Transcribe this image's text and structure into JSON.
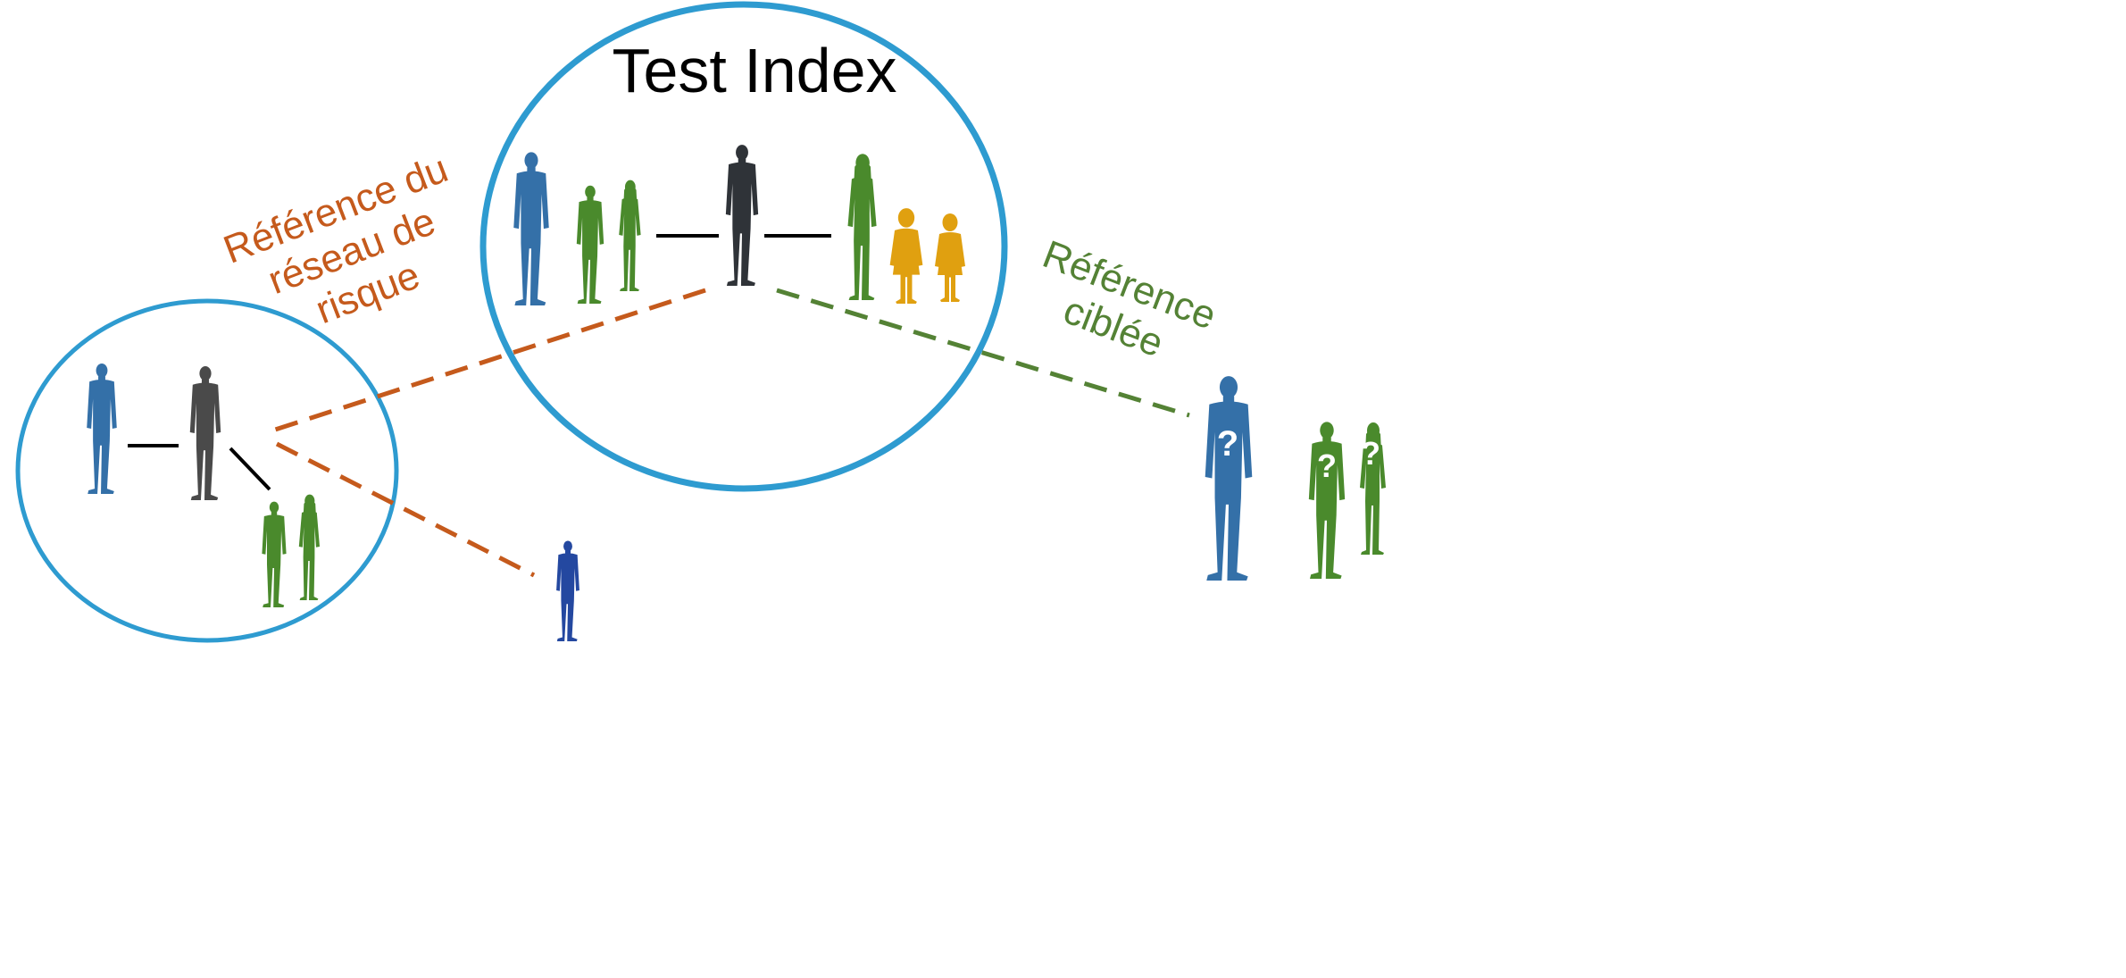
{
  "title": "Test Index",
  "labels": {
    "risk_network": [
      "Référence du",
      "réseau de",
      "risque"
    ],
    "targeted": [
      "Référence",
      "ciblée"
    ]
  },
  "unknown_marker": "?",
  "colors": {
    "circle": "#2E9BD0",
    "risk_dash": "#C55A1C",
    "targeted_dash": "#548235",
    "blue": "#3470A8",
    "dark_blue": "#2448A0",
    "green": "#4A8A2C",
    "orange": "#E0A010",
    "dark": "#2F3338",
    "gray": "#4A4A4A",
    "line": "#000000"
  }
}
